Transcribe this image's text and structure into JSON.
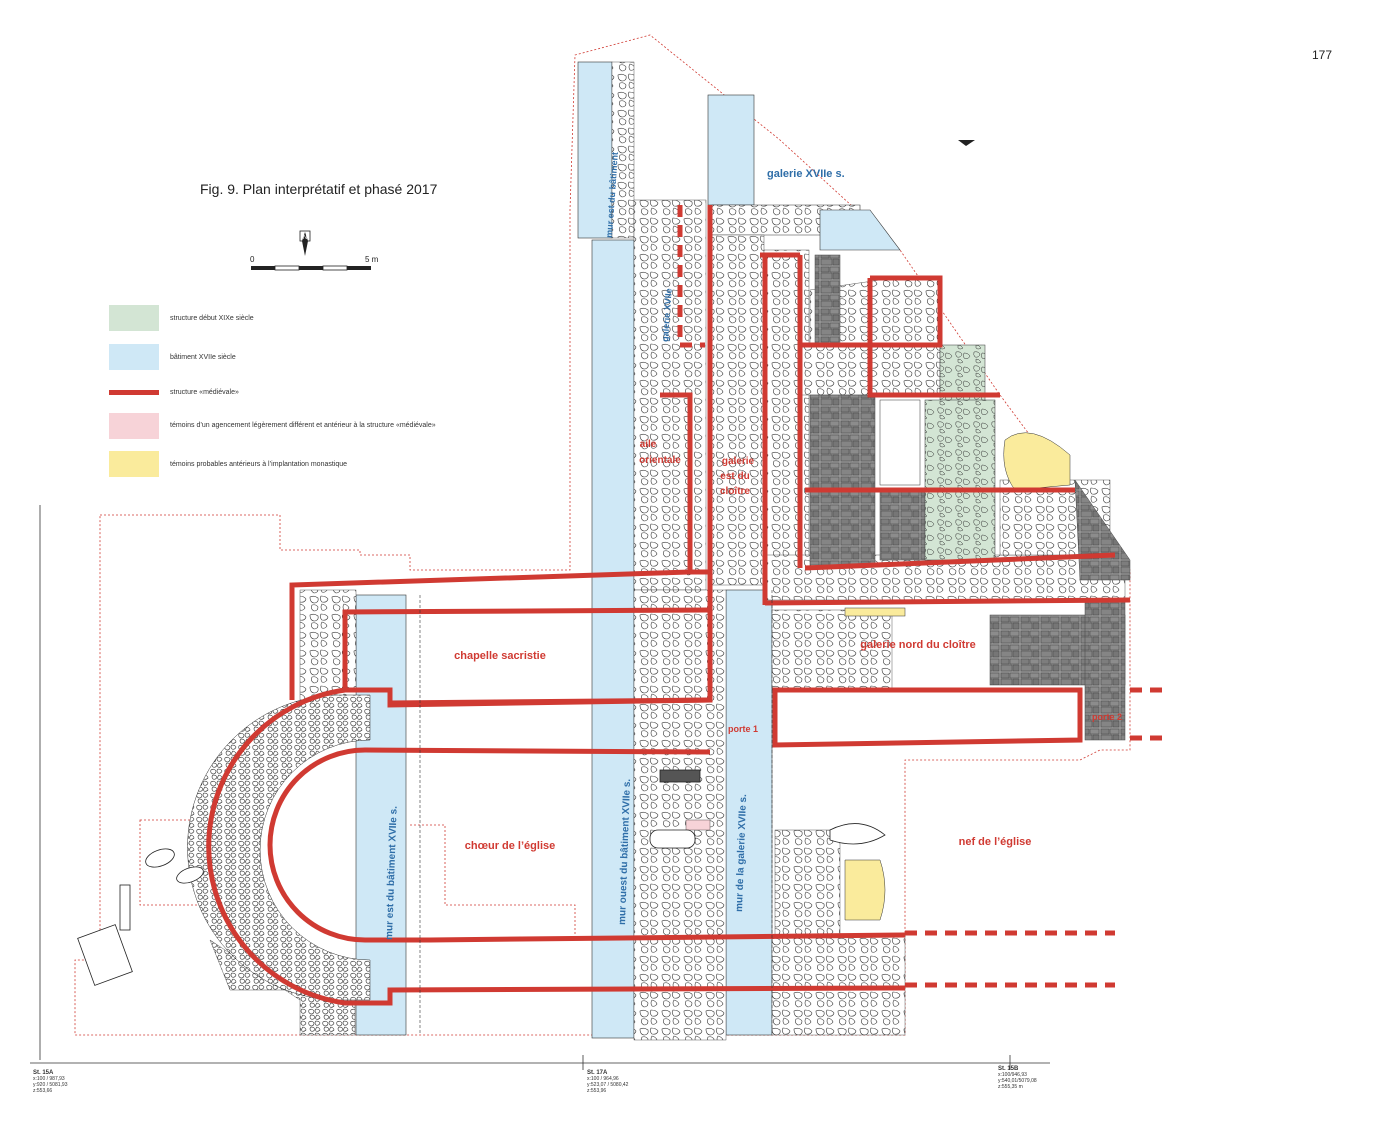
{
  "page_number": "177",
  "figure_title": "Fig. 9. Plan interprétatif et phasé 2017",
  "scale": {
    "start_label": "0",
    "end_label": "5 m"
  },
  "legend": [
    {
      "label": "structure début XIXe siècle",
      "color": "#d3e5d4",
      "kind": "fill"
    },
    {
      "label": "bâtiment XVIIe siècle",
      "color": "#cfe8f6",
      "kind": "fill"
    },
    {
      "label": "structure «médiévale»",
      "color": "#d03a32",
      "kind": "line"
    },
    {
      "label": "témoins d’un agencement légèrement différent et antérieur à  la structure «médiévale»",
      "color": "#f7d3d8",
      "kind": "fill"
    },
    {
      "label": "témoins probables antérieurs à l’implantation monastique",
      "color": "#faeb9c",
      "kind": "fill"
    }
  ],
  "labels": {
    "galerie_xviii": "galerie XVIIe s.",
    "aile_orientale_1": "aile",
    "aile_orientale_2": "orientale",
    "galerie_est_1": "galerie",
    "galerie_est_2": "est du",
    "galerie_est_3": "cloître",
    "chapelle_sacristie": "chapelle sacristie",
    "galerie_nord": "galerie nord du cloître",
    "porte_1": "porte 1",
    "porte_2": "porte 2",
    "choeur": "chœur de l’église",
    "nef": "nef de l’église",
    "mur_est_batiment": "mur est du bâtiment XVIIe s.",
    "mur_ouest_batiment": "mur ouest du bâtiment XVIIe s.",
    "mur_galerie": "mur de la galerie XVIIe s.",
    "vertical_blue_top": "mur est du bâtiment",
    "vertical_blue_mid": "galerie XVIIe"
  },
  "stations": [
    {
      "name": "St. 15A",
      "line1": "x:100 / 987,93",
      "line2": "y:920 / 5081,93",
      "line3": "z:553,66"
    },
    {
      "name": "St. 17A",
      "line1": "x:100 / 964,96",
      "line2": "y:523,07 / 5080,42",
      "line3": "z:553,96"
    },
    {
      "name": "St. 15B",
      "line1": "x:100/946,93",
      "line2": "y:540,01/5079,08",
      "line3": "z:555,35 m"
    }
  ],
  "colors": {
    "medieval_red": "#d03a32",
    "xvii_blue": "#cfe8f6",
    "xix_green": "#d3e5d4",
    "pink": "#f7d3d8",
    "yellow": "#faeb9c",
    "stone_grey": "#8a8a8a",
    "label_blue": "#2f6ea8"
  }
}
